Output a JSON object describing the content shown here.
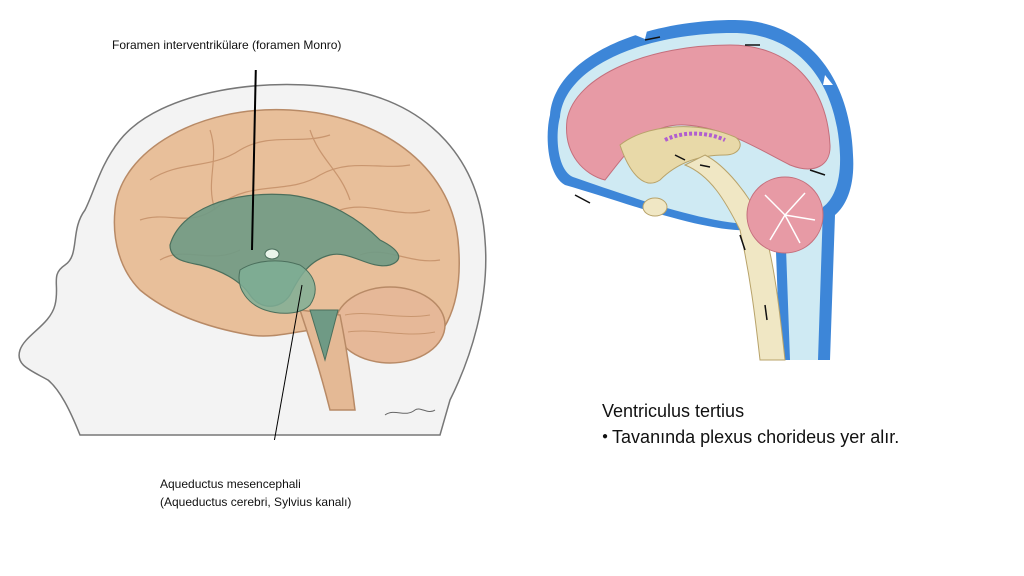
{
  "labels": {
    "foramen": "Foramen interventrikülare (foramen Monro)",
    "aqueduct_line1": "Aqueductus mesencephali",
    "aqueduct_line2": "(Aqueductus cerebri, Sylvius kanalı)"
  },
  "caption": {
    "title": "Ventriculus tertius",
    "bullet": "●",
    "point": "Tavanında plexus chorideus yer alır."
  },
  "colors": {
    "brain": "#e8bf9a",
    "ventricle": "#6f9a85",
    "csf_blue": "#3d86d8",
    "cerebrum_pink": "#e79aa5",
    "csf_light": "#cfeaf3"
  },
  "icons": {
    "bullet": "black-circle"
  }
}
